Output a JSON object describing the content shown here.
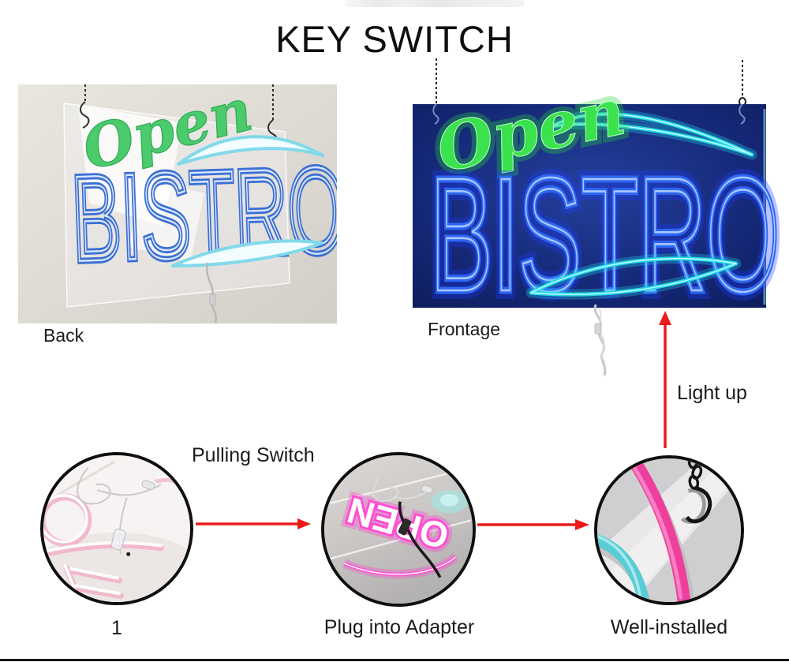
{
  "title": "KEY SWITCH",
  "sign": {
    "script_word": "Open",
    "main_word": "BISTRO",
    "pink_word": "OPEN",
    "back_label": "Back",
    "front_label": "Frontage"
  },
  "steps": {
    "pulling_switch": "Pulling Switch",
    "light_up": "Light up",
    "step1": "1",
    "step2": "Plug into Adapter",
    "step3": "Well-installed"
  },
  "colors": {
    "arrow_red": "#ea1c1c",
    "neon_green_lit": "#3ae24e",
    "neon_green_unlit": "#4ccb6d",
    "neon_blue_lit": "#2e66f5",
    "neon_blue_unlit": "#3b6fd4",
    "neon_cyan_lit": "#22d7e6",
    "neon_cyan_unlit": "#82d9ea",
    "neon_pink_lit": "#ff4ed2",
    "neon_pink_tube": "#ee3f9e",
    "sign_navy": "#162a7a",
    "wall_gray": "#ddd9d3"
  }
}
